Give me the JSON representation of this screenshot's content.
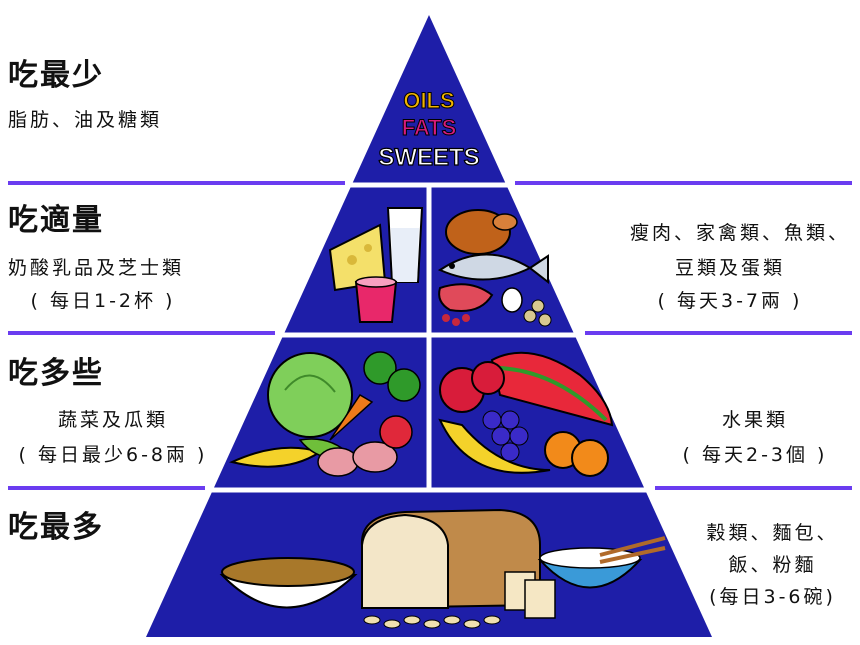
{
  "colors": {
    "pyramid_blue": "#1e1ea8",
    "divider_purple": "#6a3cf0",
    "oils": "#f0b400",
    "fats": "#d81c7c",
    "sweets": "#ffffff"
  },
  "tiers": [
    {
      "heading": "吃最少",
      "left_lines": [
        "脂肪、油及糖類"
      ],
      "tip_words": [
        "OILS",
        "FATS",
        "SWEETS"
      ]
    },
    {
      "heading": "吃適量",
      "left_lines": [
        "奶酸乳品及芝士類",
        "( 每日1-2杯 )"
      ],
      "right_lines": [
        "瘦肉、家禽類、魚類、",
        "豆類及蛋類",
        "( 每天3-7兩 )"
      ]
    },
    {
      "heading": "吃多些",
      "left_lines": [
        "蔬菜及瓜類",
        "( 每日最少6-8兩 )"
      ],
      "right_lines": [
        "水果類",
        "( 每天2-3個 )"
      ]
    },
    {
      "heading": "吃最多",
      "right_lines": [
        "穀類、麵包、",
        "飯、粉麵",
        "(每日3-6碗)"
      ]
    }
  ],
  "food_icons": [
    "cheese-icon",
    "milk-glass-icon",
    "yogurt-cup-icon",
    "roast-chicken-icon",
    "fish-icon",
    "steak-icon",
    "egg-icon",
    "beans-icon",
    "cabbage-icon",
    "broccoli-icon",
    "carrot-icon",
    "corn-icon",
    "potato-icon",
    "apple-icon",
    "watermelon-icon",
    "banana-icon",
    "grapes-icon",
    "orange-icon",
    "cereal-bowl-icon",
    "bread-loaf-icon",
    "crackers-icon",
    "rice-bowl-icon",
    "chopsticks-icon",
    "pasta-icon"
  ]
}
